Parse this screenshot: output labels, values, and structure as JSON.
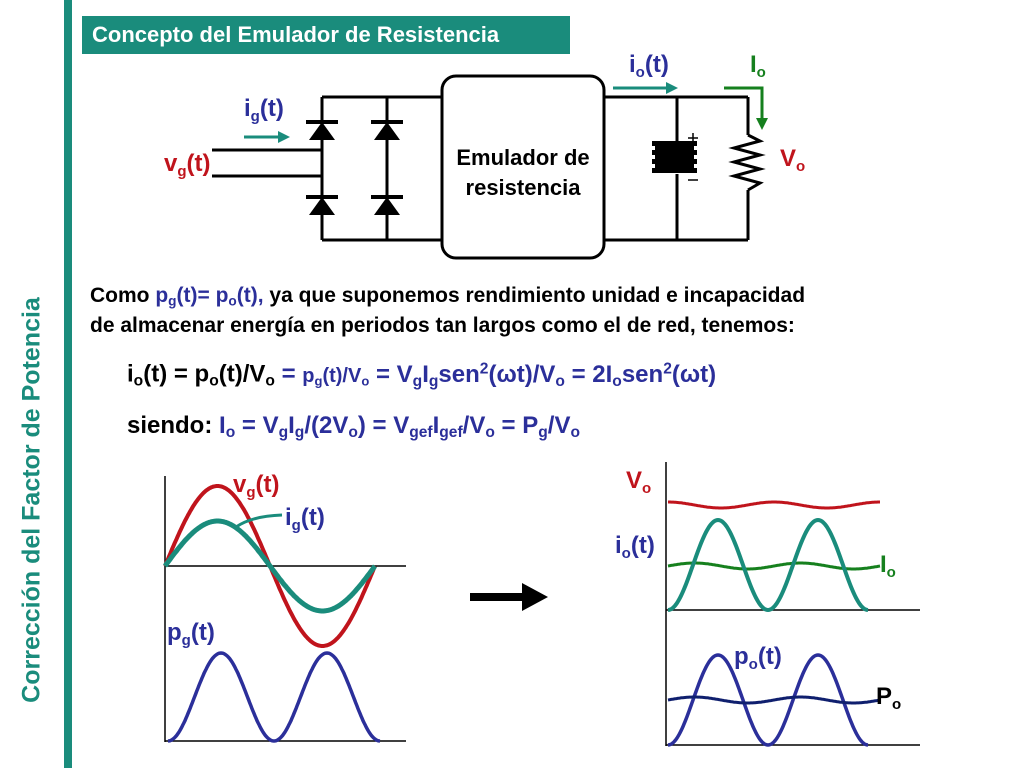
{
  "slide": {
    "sidebar_title": "Corrección del Factor de Potencia",
    "title": "Concepto del Emulador de Resistencia"
  },
  "circuit": {
    "emulator_line1": "Emulador de",
    "emulator_line2": "resistencia"
  },
  "body": {
    "intro_line1_prefix": "Como ",
    "intro_line1_suffix": " ya que suponemos rendimiento unidad e incapacidad",
    "intro_line2": "de almacenar energía en periodos tan largos como el de red, tenemos:",
    "siendo": "siendo:"
  },
  "colors": {
    "teal": "#1a8c7c",
    "red": "#c0141c",
    "blue": "#2b2f9a",
    "green": "#16801e"
  }
}
